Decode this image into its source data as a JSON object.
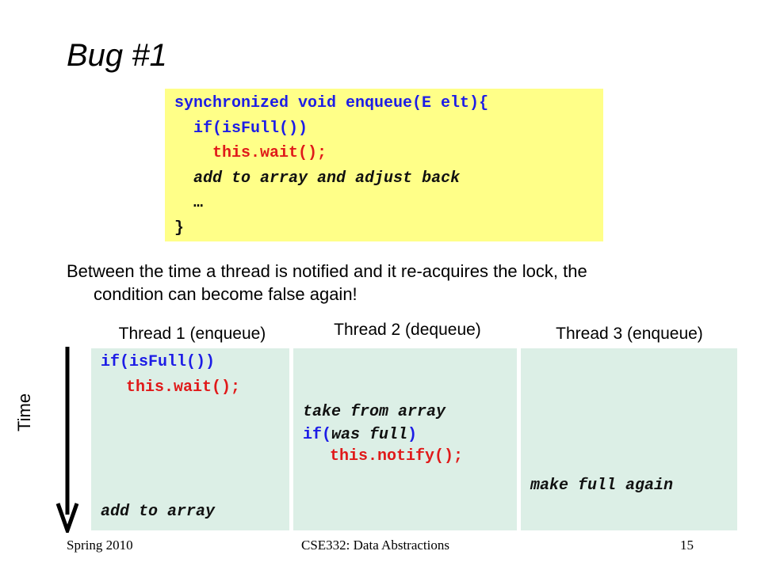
{
  "slide": {
    "title": "Bug #1",
    "code": {
      "l1_kw": "synchronized void enqueue(E elt){",
      "l2_kw": "if(isFull())",
      "l3_red": "this.wait();",
      "l4": "add to array and adjust back",
      "l5": "…",
      "l6": "}"
    },
    "description": {
      "line1": "Between the time a thread is notified and it re-acquires the lock, the",
      "line2": "condition can become false again!"
    },
    "threads": [
      {
        "header": "Thread 1 (enqueue)",
        "lines": {
          "if": "if(isFull())",
          "wait": "this.wait();",
          "add": "add to array"
        }
      },
      {
        "header": "Thread 2 (dequeue)",
        "lines": {
          "take": "take from array",
          "if_kw": "if(",
          "if_it": "was full",
          "if_end": ")",
          "notify": "this.notify();"
        }
      },
      {
        "header": "Thread 3 (enqueue)",
        "lines": {
          "make": "make full again"
        }
      }
    ],
    "time_label": "Time",
    "footer": {
      "left": "Spring 2010",
      "center": "CSE332: Data Abstractions",
      "page": "15"
    },
    "colors": {
      "keyword": "#1d1de6",
      "highlight": "#e01a1a",
      "code_bg": "#ffff88",
      "thread_bg": "#dcefe6"
    }
  }
}
